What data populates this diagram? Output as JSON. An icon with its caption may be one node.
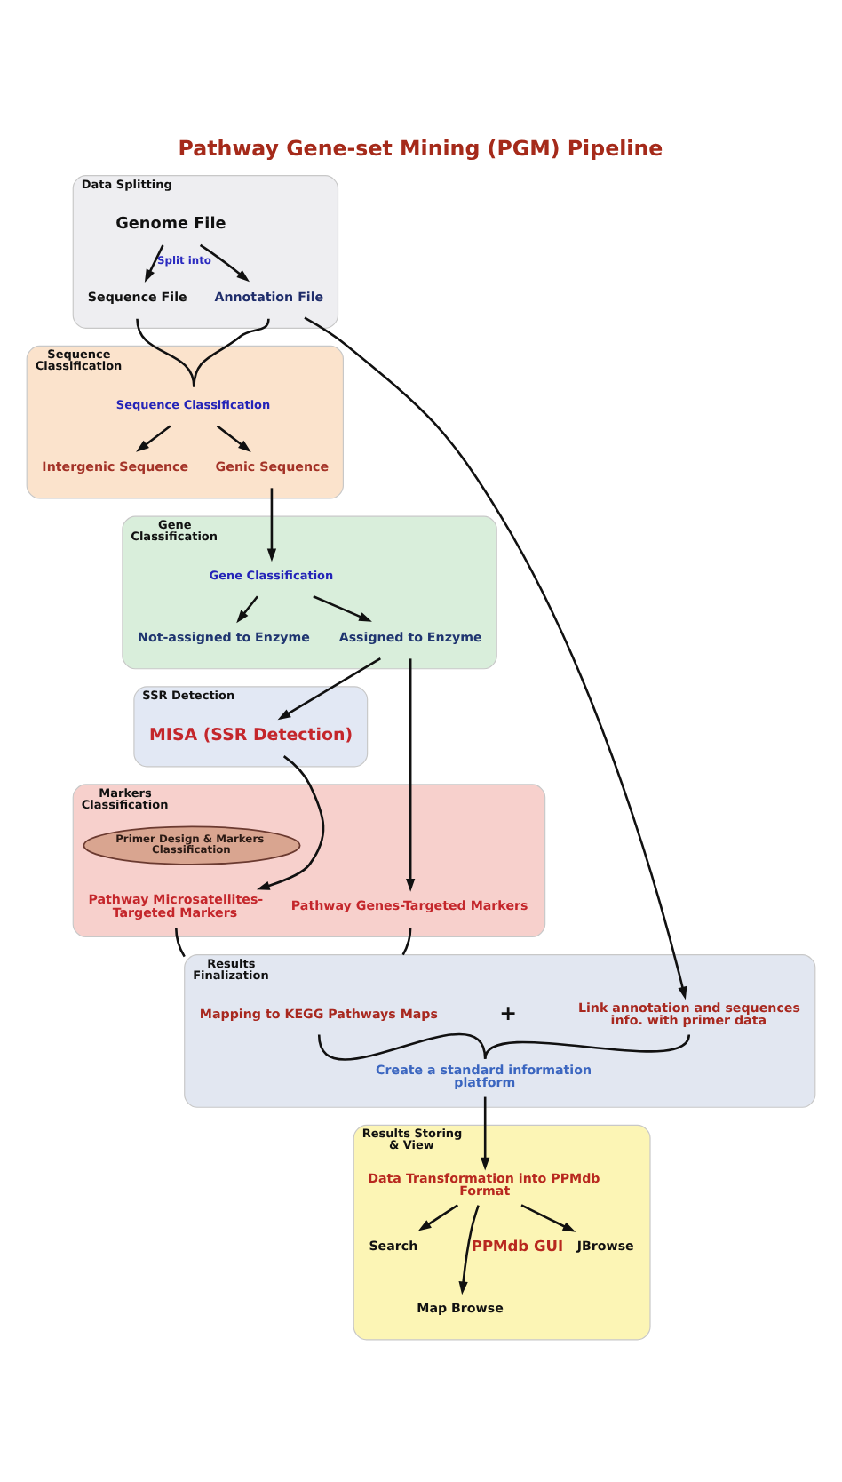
{
  "diagram": {
    "title": "Pathway Gene-set Mining (PGM) Pipeline",
    "nodes": [
      {
        "text": [
          "Data Splitting"
        ]
      },
      {
        "text": [
          "Genome File"
        ],
        "in": 0
      },
      {
        "text": [
          "Sequence File"
        ],
        "in": 0
      },
      {
        "text": [
          "Annotation File"
        ],
        "in": 0
      },
      {
        "text": [
          "Sequence Classification"
        ]
      },
      {
        "text": [
          "Sequence Classification"
        ],
        "in": 4
      },
      {
        "text": [
          "Intergenic Sequence"
        ],
        "in": 4
      },
      {
        "text": [
          "Genic Sequence"
        ],
        "in": 4
      },
      {
        "text": [
          "Gene Classification"
        ]
      },
      {
        "text": [
          "Gene Classification"
        ],
        "in": 8
      },
      {
        "text": [
          "Not-assigned to Enzyme"
        ],
        "in": 8
      },
      {
        "text": [
          "Assigned to Enzyme"
        ],
        "in": 8
      },
      {
        "text": [
          "SSR Detection"
        ]
      },
      {
        "text": [
          "MISA (SSR Detection)"
        ],
        "in": 12
      },
      {
        "text": [
          "Markers Classification"
        ]
      },
      {
        "text": [
          "Primer Design & Markers Classification"
        ],
        "in": 14
      },
      {
        "text": [
          "Pathway Microsatellites- Targeted Markers"
        ],
        "in": 14
      },
      {
        "text": [
          "Pathway Genes-Targeted Markers"
        ],
        "in": 14
      },
      {
        "text": [
          "Results Finalization"
        ]
      },
      {
        "text": [
          "Mapping to KEGG Pathways Maps"
        ],
        "in": 18
      },
      {
        "text": [
          "Link annotation and sequences info. with primer data"
        ],
        "in": 18
      },
      {
        "text": [
          "Create a standard information platform"
        ],
        "in": 18
      },
      {
        "text": [
          "Results Storing & View"
        ]
      },
      {
        "text": [
          "Data Transformation into PPMdb Format"
        ],
        "in": 22
      },
      {
        "text": [
          "Search"
        ],
        "in": 22
      },
      {
        "text": [
          "Map Browse"
        ],
        "in": 22
      },
      {
        "text": [
          "JBrowse"
        ],
        "in": 22
      }
    ],
    "edges": [
      {
        "from": 1,
        "to": 2,
        "arrow": "to",
        "label": "Split into"
      },
      {
        "from": 1,
        "to": 3,
        "arrow": "to"
      },
      {
        "from": 2,
        "to": 5,
        "arrow": "none"
      },
      {
        "from": 3,
        "to": 5,
        "arrow": "none"
      },
      {
        "from": 3,
        "to": 20,
        "arrow": "to"
      },
      {
        "from": 5,
        "to": 6,
        "arrow": "to"
      },
      {
        "from": 5,
        "to": 7,
        "arrow": "to"
      },
      {
        "from": 7,
        "to": 9,
        "arrow": "to"
      },
      {
        "from": 9,
        "to": 10,
        "arrow": "to"
      },
      {
        "from": 9,
        "to": 11,
        "arrow": "to"
      },
      {
        "from": 11,
        "to": 13,
        "arrow": "to"
      },
      {
        "from": 11,
        "to": 17,
        "arrow": "to"
      },
      {
        "from": 13,
        "to": 16,
        "arrow": "to"
      },
      {
        "from": 16,
        "to": 18,
        "arrow": "none"
      },
      {
        "from": 17,
        "to": 18,
        "arrow": "none"
      },
      {
        "from": 19,
        "to": 21,
        "arrow": "none"
      },
      {
        "from": 20,
        "to": 21,
        "arrow": "none"
      },
      {
        "from": 21,
        "to": 23,
        "arrow": "to"
      },
      {
        "from": 23,
        "to": 24,
        "arrow": "to"
      },
      {
        "from": 23,
        "to": 25,
        "arrow": "to",
        "label": "PPMdb GUI"
      },
      {
        "from": 23,
        "to": 26,
        "arrow": "to"
      }
    ],
    "labels": [
      "+"
    ]
  }
}
